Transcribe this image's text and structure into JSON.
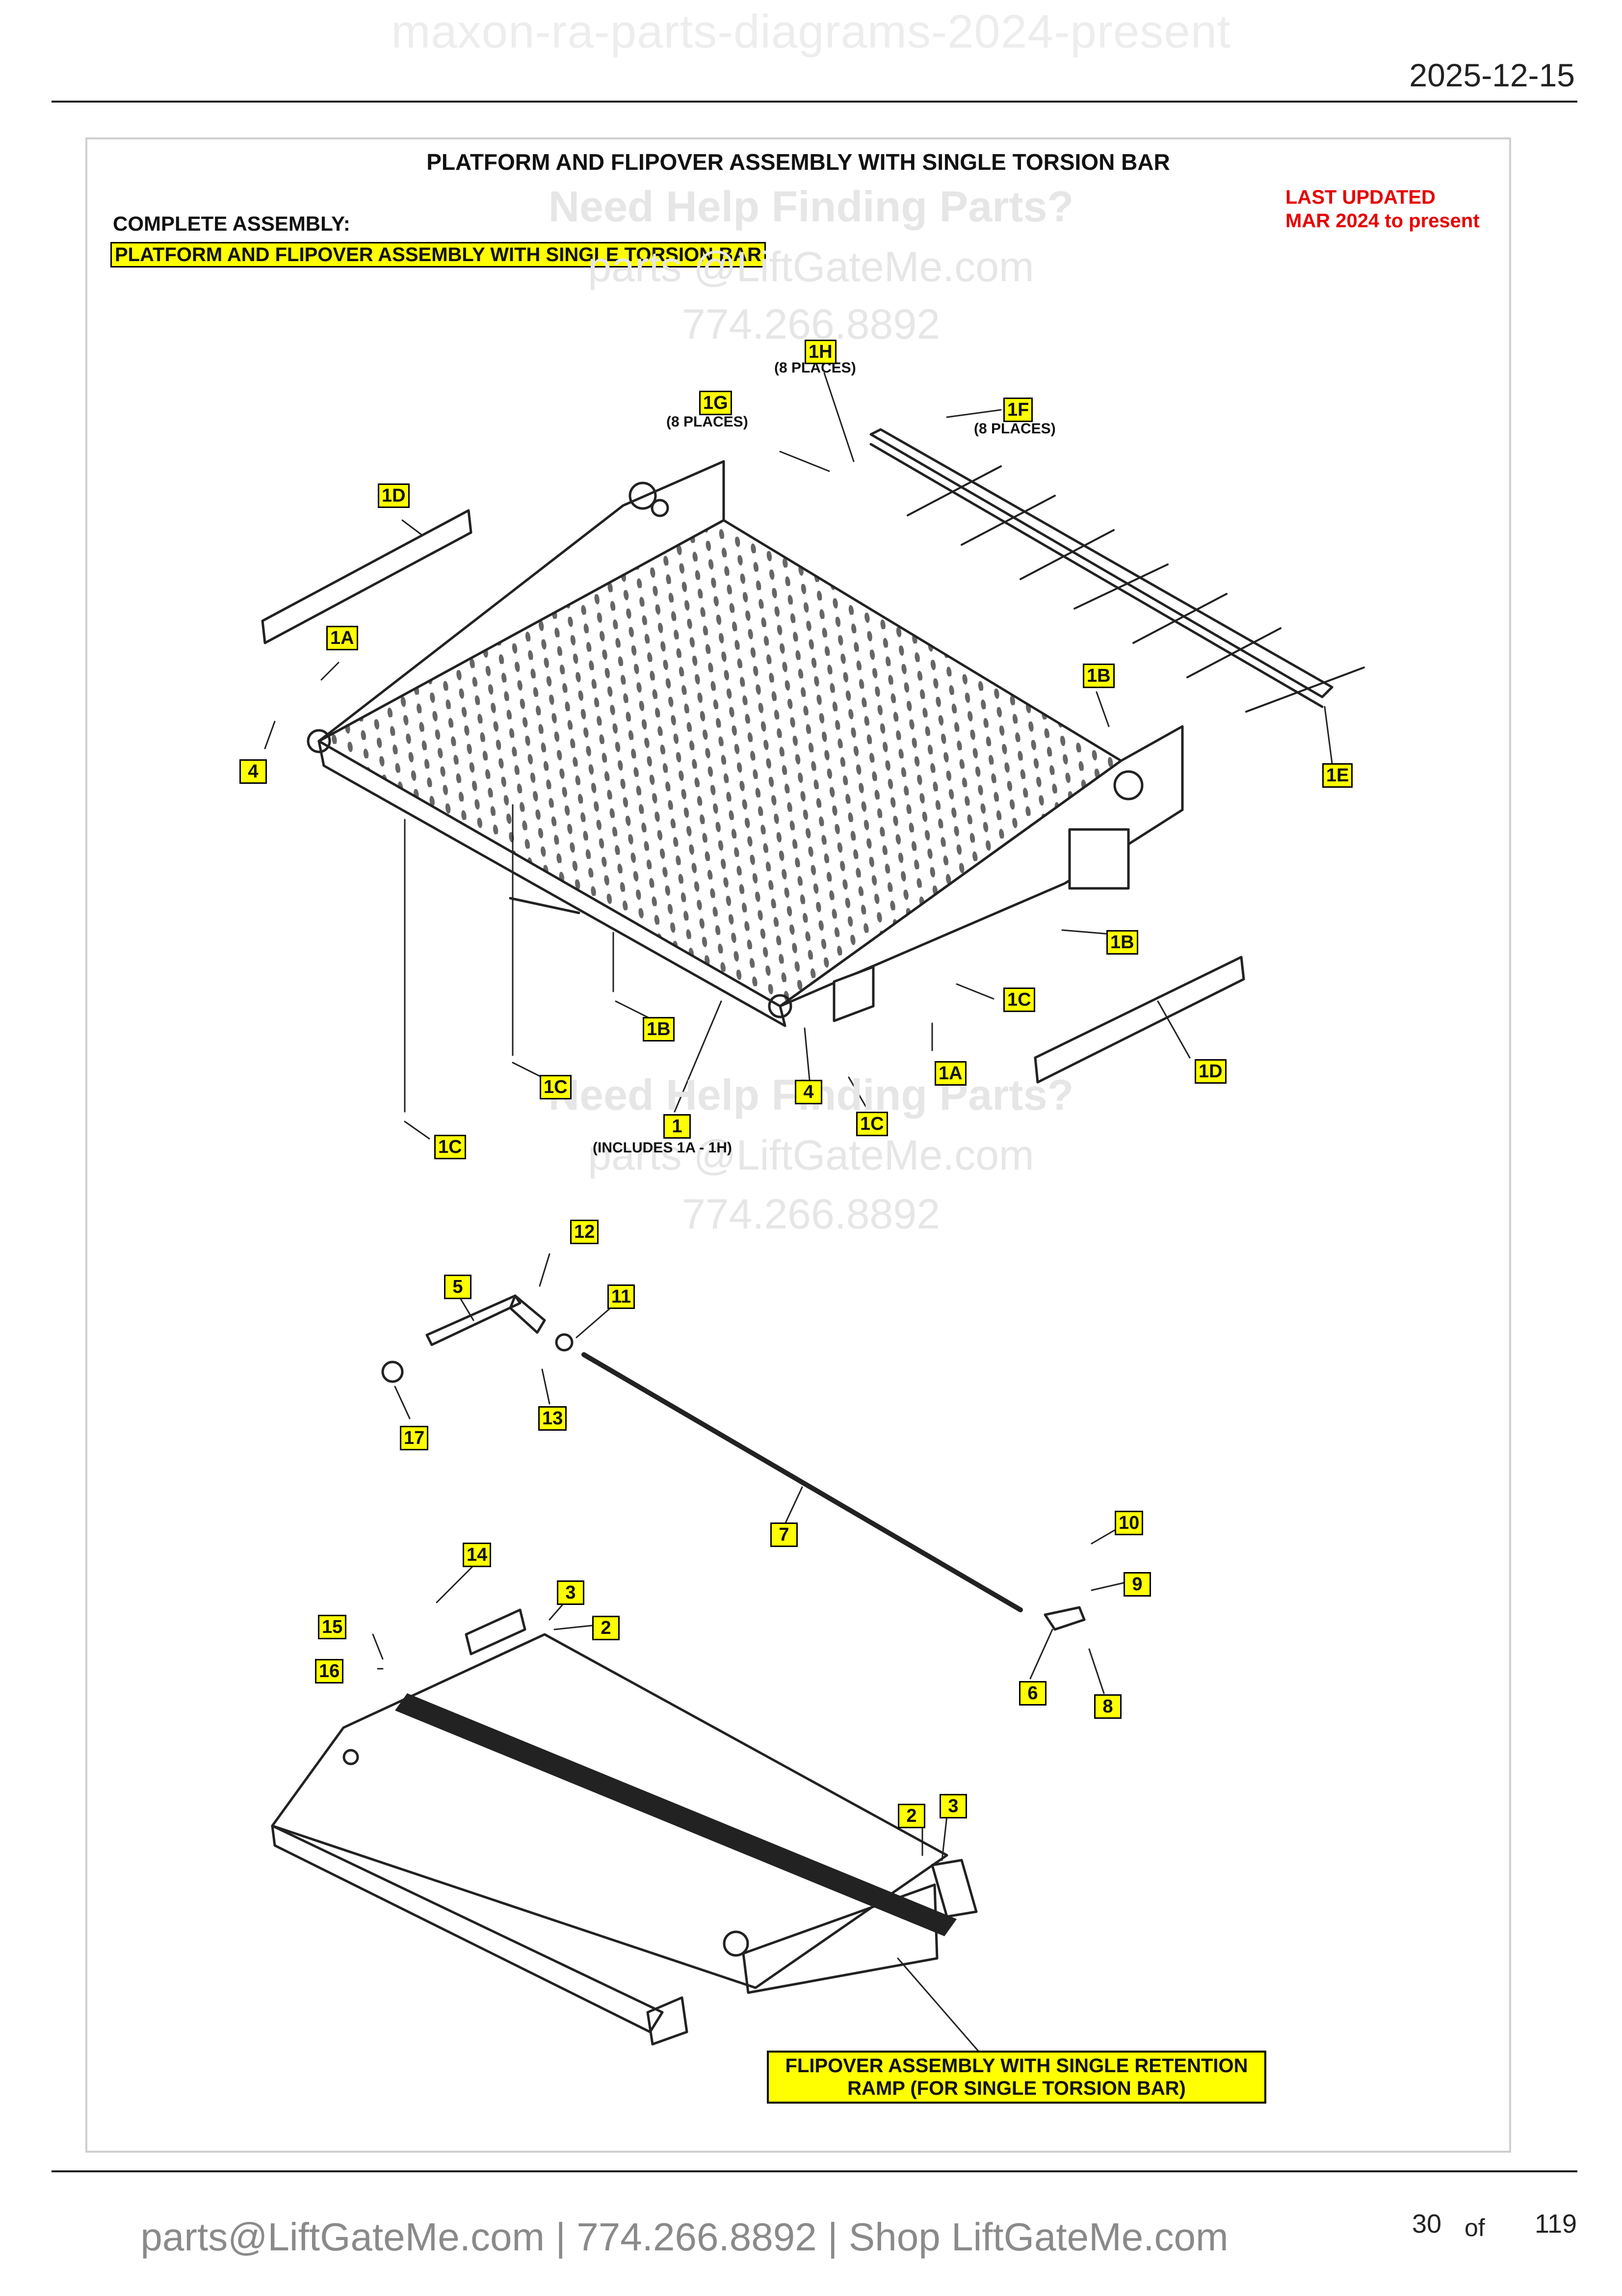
{
  "header": {
    "watermark_title": "maxon-ra-parts-diagrams-2024-present",
    "date": "2025-12-15"
  },
  "diagram": {
    "title": "PLATFORM AND FLIPOVER ASSEMBLY WITH SINGLE TORSION BAR",
    "complete_assembly_label": "COMPLETE ASSEMBLY:",
    "complete_assembly_value": "PLATFORM AND FLIPOVER ASSEMBLY WITH SINGLE TORSION BAR",
    "last_updated_line1": "LAST UPDATED",
    "last_updated_line2": "MAR 2024 to present",
    "watermarks": [
      {
        "line1": "Need Help Finding Parts?",
        "line2": "parts @LiftGateMe.com",
        "line3": "774.266.8892"
      },
      {
        "line1": "Need Help Finding Parts?",
        "line2": "parts @LiftGateMe.com",
        "line3": "774.266.8892"
      }
    ],
    "notes": {
      "1H": "(8 PLACES)",
      "1G": "(8 PLACES)",
      "1F": "(8 PLACES)",
      "1": "(INCLUDES 1A - 1H)"
    },
    "callouts": [
      "1H",
      "1G",
      "1F",
      "1D",
      "1A",
      "4",
      "1B",
      "1E",
      "1B",
      "1C",
      "1D",
      "1B",
      "1A",
      "4",
      "1C",
      "1C",
      "1",
      "1C",
      "12",
      "5",
      "11",
      "17",
      "13",
      "7",
      "10",
      "9",
      "14",
      "3",
      "2",
      "15",
      "16",
      "6",
      "8",
      "2",
      "3"
    ],
    "flipover_label": "FLIPOVER ASSEMBLY WITH SINGLE RETENTION RAMP (FOR SINGLE TORSION BAR)"
  },
  "footer": {
    "links": "parts@LiftGateMe.com | 774.266.8892 | Shop LiftGateMe.com",
    "page_current": "30",
    "page_of": "of",
    "page_total": "119"
  }
}
